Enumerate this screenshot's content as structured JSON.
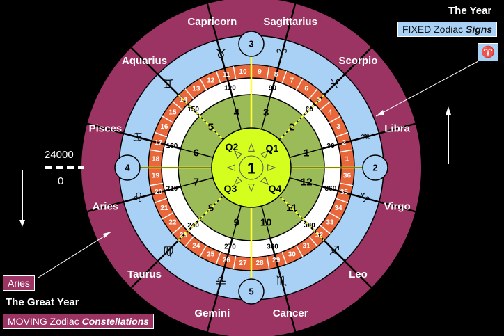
{
  "header": {
    "the_year": "The Year",
    "fixed_prefix": "FIXED Zodiac ",
    "fixed_suffix": "Signs",
    "aries_box_glyph": "♈"
  },
  "footer": {
    "aries_label": "Aries",
    "great_year": "The Great Year",
    "moving_prefix": "MOVING Zodiac ",
    "moving_suffix": "Constellations"
  },
  "scale": {
    "top": "24000",
    "bottom": "0"
  },
  "center": {
    "label": "1",
    "quadrants": [
      "Q1",
      "Q2",
      "Q3",
      "Q4"
    ]
  },
  "cardinal_circles": {
    "top": "3",
    "right": "2",
    "left": "4",
    "bottom": "5"
  },
  "constellations": [
    "Sagittarius",
    "Scorpio",
    "Libra",
    "Virgo",
    "Leo",
    "Cancer",
    "Gemini",
    "Taurus",
    "Aries",
    "Pisces",
    "Aquarius",
    "Capricorn"
  ],
  "sign_glyphs": [
    "♉",
    "♈",
    "♓",
    "♒",
    "♑",
    "♐",
    "♏",
    "♎",
    "♍",
    "♌",
    "♋",
    "♊"
  ],
  "orange_numbers": [
    "1",
    "2",
    "3",
    "4",
    "5",
    "6",
    "7",
    "8",
    "9",
    "10",
    "11",
    "12",
    "13",
    "14",
    "15",
    "16",
    "17",
    "18",
    "19",
    "20",
    "21",
    "22",
    "23",
    "24",
    "25",
    "26",
    "27",
    "28",
    "29",
    "30",
    "31",
    "32",
    "33",
    "34",
    "35",
    "36"
  ],
  "degree_labels": [
    "30",
    "60",
    "90",
    "120",
    "150",
    "180",
    "210",
    "240",
    "270",
    "300",
    "330",
    "360"
  ],
  "green_numbers": [
    "1",
    "2",
    "3",
    "4",
    "5",
    "6",
    "7",
    "8",
    "9",
    "10",
    "11",
    "12"
  ],
  "colors": {
    "background": "#000000",
    "outer_ring": "#9b3463",
    "sign_ring": "#a9d1f5",
    "orange_ring": "#e8683c",
    "white_ring": "#ffffff",
    "green_ring": "#9bbb59",
    "center": "#d4ff1e",
    "yellow_line": "#ffff33"
  }
}
